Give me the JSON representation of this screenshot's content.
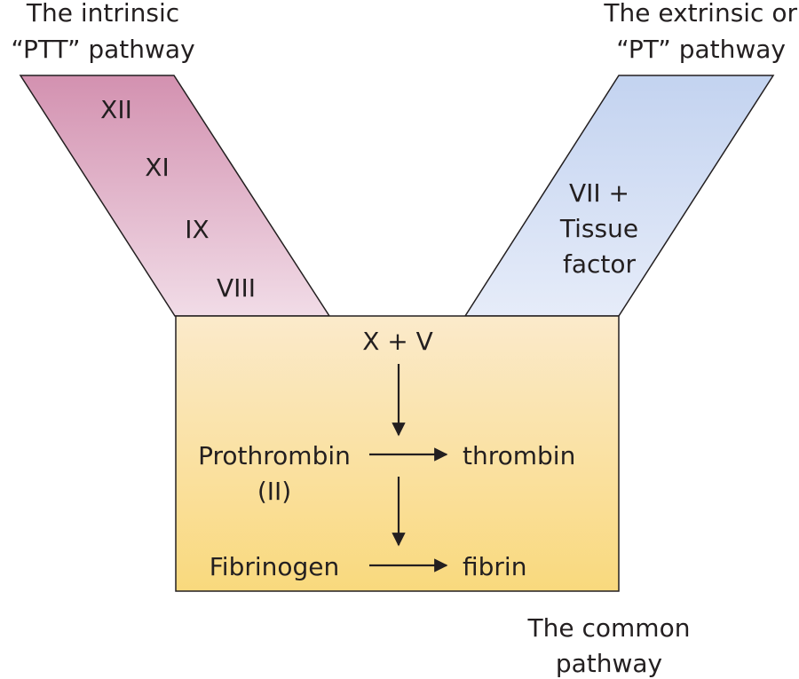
{
  "intrinsic": {
    "title": [
      "The intrinsic",
      "“PTT” pathway"
    ],
    "factors": [
      "XII",
      "XI",
      "IX",
      "VIII"
    ]
  },
  "extrinsic": {
    "title": [
      "The extrinsic or",
      "“PT” pathway"
    ],
    "factors": [
      "VII +",
      "Tissue",
      "factor"
    ]
  },
  "common": {
    "title": [
      "The common",
      "pathway"
    ],
    "start": "X + V",
    "prothrombin": "Prothrombin",
    "prothrombin_code": "(II)",
    "thrombin": "thrombin",
    "fibrinogen": "Fibrinogen",
    "fibrin": "fibrin"
  },
  "colors": {
    "intrinsic_top": "#d391b0",
    "intrinsic_bottom": "#f1dce7",
    "extrinsic_top": "#c3d3f0",
    "extrinsic_bottom": "#e6ecf9",
    "common_top": "#fbeacb",
    "common_bottom": "#f9d97d",
    "text": "#231f20",
    "outline": "#231f20"
  }
}
